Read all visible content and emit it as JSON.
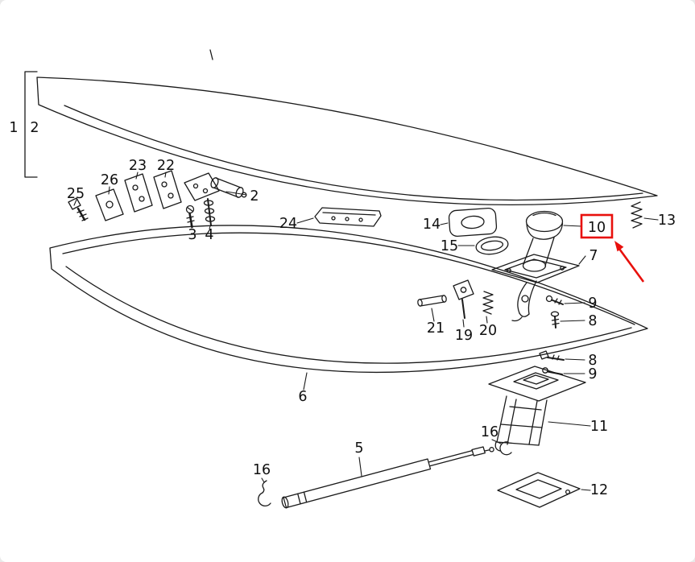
{
  "diagram": {
    "background": "#ffffff",
    "line_color": "#1a1a1a",
    "label_color": "#101010",
    "highlight": {
      "color": "#e8100c",
      "highlighted_label": "10",
      "style": "box-and-arrow"
    },
    "labels": [
      {
        "name": "lid-group-1",
        "text": "1"
      },
      {
        "name": "lid-group-2",
        "text": "2"
      },
      {
        "name": "bolt-25",
        "text": "25"
      },
      {
        "name": "plate-26",
        "text": "26"
      },
      {
        "name": "shim-23",
        "text": "23"
      },
      {
        "name": "shim-22",
        "text": "22"
      },
      {
        "name": "hinge-2",
        "text": "2"
      },
      {
        "name": "screw-3",
        "text": "3"
      },
      {
        "name": "stud-4",
        "text": "4"
      },
      {
        "name": "bracket-24",
        "text": "24"
      },
      {
        "name": "plate-14",
        "text": "14"
      },
      {
        "name": "gasket-15",
        "text": "15"
      },
      {
        "name": "cap-10",
        "text": "10"
      },
      {
        "name": "spring-13",
        "text": "13"
      },
      {
        "name": "lock-7",
        "text": "7"
      },
      {
        "name": "bolt-9-upper",
        "text": "9"
      },
      {
        "name": "screw-8-upper",
        "text": "8"
      },
      {
        "name": "pin-21",
        "text": "21"
      },
      {
        "name": "lever-19",
        "text": "19"
      },
      {
        "name": "spring-20",
        "text": "20"
      },
      {
        "name": "seal-6",
        "text": "6"
      },
      {
        "name": "screw-8-lower",
        "text": "8"
      },
      {
        "name": "bolt-9-lower",
        "text": "9"
      },
      {
        "name": "latch-11",
        "text": "11"
      },
      {
        "name": "clip-16-latch",
        "text": "16"
      },
      {
        "name": "plate-12",
        "text": "12"
      },
      {
        "name": "strut-5",
        "text": "5"
      },
      {
        "name": "hook-16-strut",
        "text": "16"
      }
    ]
  }
}
